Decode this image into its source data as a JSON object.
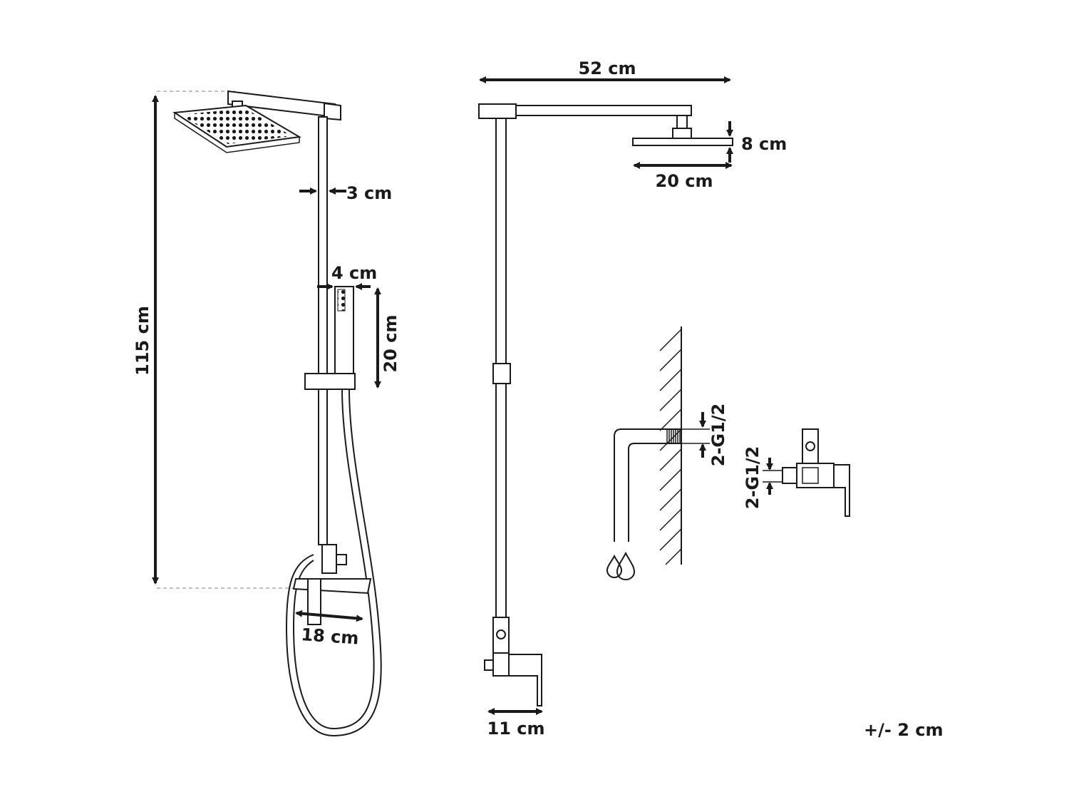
{
  "labels": {
    "total_height": "115 cm",
    "pipe_width": "3 cm",
    "hand_shower_width": "4 cm",
    "hand_shower_length": "20 cm",
    "spout_length": "18 cm",
    "arm_length": "52 cm",
    "head_height": "8 cm",
    "head_width": "20 cm",
    "mixer_depth": "11 cm",
    "thread_wall": "2-G1/2",
    "thread_mixer": "2-G1/2",
    "tolerance": "+/- 2 cm"
  },
  "icons": {
    "water": "water-drops-icon"
  }
}
